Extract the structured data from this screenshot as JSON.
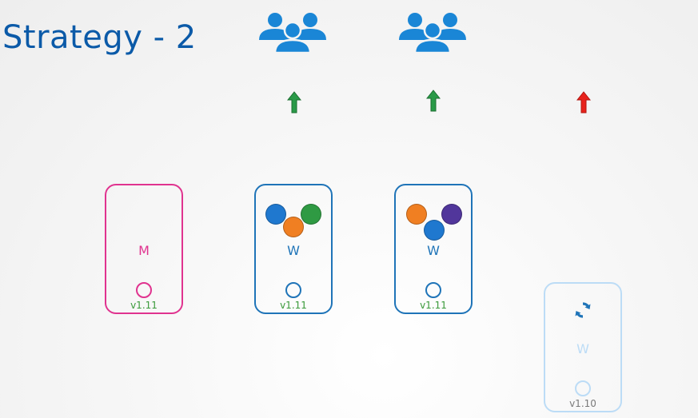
{
  "title": "Strategy - 2",
  "colors": {
    "title": "#0b5aa8",
    "users": "#1a86d6",
    "arrow_green": "#2a9a48",
    "arrow_red": "#e8221c",
    "master": "#e0338f",
    "worker": "#1f74b8",
    "worker_upgrading": "#bcdcf6",
    "version_green": "#3a9a3a",
    "version_grey": "#7a7a7a",
    "pod_blue": "#1f78cf",
    "pod_orange": "#f07f22",
    "pod_green": "#2f9a43",
    "pod_purple": "#51369b"
  },
  "user_groups": [
    {
      "icon": "users-icon"
    },
    {
      "icon": "users-icon"
    }
  ],
  "arrows": [
    {
      "icon": "arrow-up-icon",
      "color": "green"
    },
    {
      "icon": "arrow-up-icon",
      "color": "green"
    },
    {
      "icon": "arrow-up-icon",
      "color": "red"
    }
  ],
  "nodes": [
    {
      "label": "M",
      "version": "v1.11",
      "role": "master"
    },
    {
      "label": "W",
      "version": "v1.11",
      "role": "worker",
      "pods": [
        "blue",
        "orange",
        "green"
      ]
    },
    {
      "label": "W",
      "version": "v1.11",
      "role": "worker",
      "pods": [
        "orange",
        "blue",
        "purple"
      ]
    },
    {
      "label": "W",
      "version": "v1.10",
      "role": "worker-upgrading",
      "icon": "refresh-icon"
    }
  ]
}
